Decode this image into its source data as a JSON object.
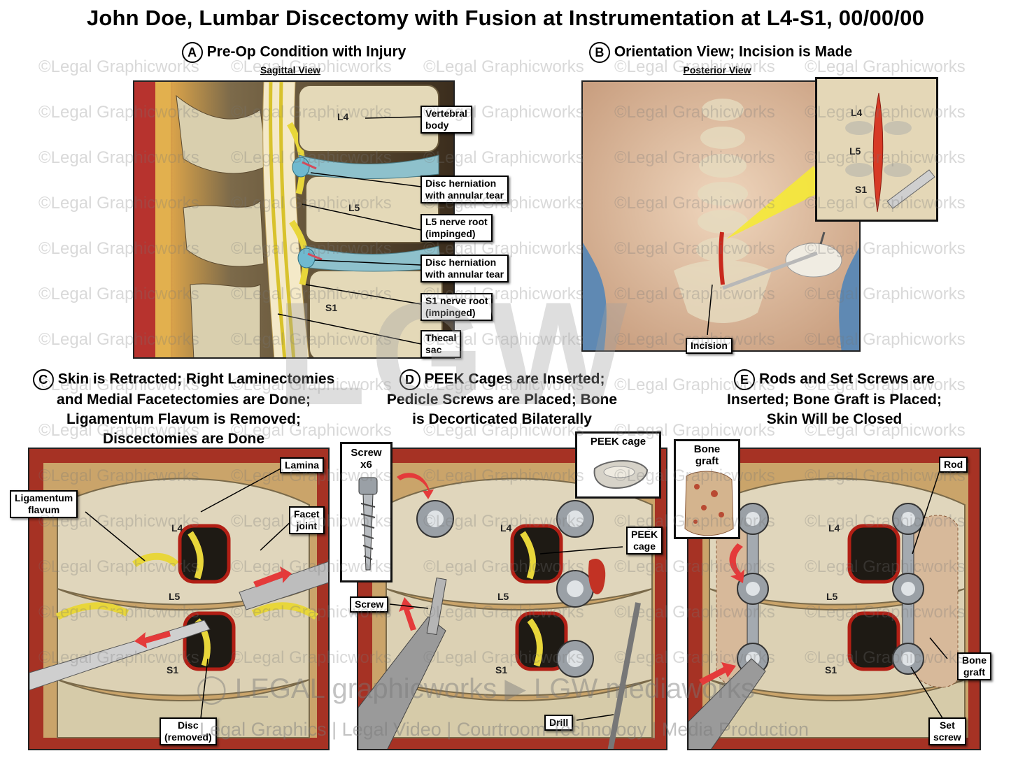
{
  "title": "John Doe, Lumbar Discectomy with Fusion at Instrumentation at L4-S1, 00/00/00",
  "colors": {
    "bone": "#e2d6b4",
    "nerve": "#e8d63a",
    "tissue": "#c9402e",
    "skin": "#e3c3a6",
    "drape": "#7fa6c8"
  },
  "panel_a": {
    "letter": "A",
    "title": "Pre-Op Condition with Injury",
    "view": "Sagittal View",
    "vertebrae": [
      "L4",
      "L5",
      "S1"
    ],
    "labels": {
      "vertebral_body": [
        "Vertebral",
        "body"
      ],
      "disc_herniation_1": [
        "Disc herniation",
        "with annular tear"
      ],
      "l5_nerve_root": [
        "L5 nerve root",
        "(impinged)"
      ],
      "disc_herniation_2": [
        "Disc herniation",
        "with annular tear"
      ],
      "s1_nerve_root": [
        "S1 nerve root",
        "(impinged)"
      ],
      "thecal_sac": [
        "Thecal",
        "sac"
      ]
    }
  },
  "panel_b": {
    "letter": "B",
    "title": "Orientation View; Incision is Made",
    "view": "Posterior View",
    "inset_vertebrae": [
      "L4",
      "L5",
      "S1"
    ],
    "incision_label": "Incision"
  },
  "panel_c": {
    "letter": "C",
    "title_lines": [
      "Skin is Retracted; Right Laminectomies",
      "and Medial Facetectomies are Done;",
      "Ligamentum Flavum is Removed;",
      "Discectomies are Done"
    ],
    "vertebrae": [
      "L4",
      "L5",
      "S1"
    ],
    "labels": {
      "lamina": "Lamina",
      "ligamentum_flavum": [
        "Ligamentum",
        "flavum"
      ],
      "facet_joint": [
        "Facet",
        "joint"
      ],
      "disc_removed": [
        "Disc",
        "(removed)"
      ]
    }
  },
  "panel_d": {
    "letter": "D",
    "title_lines": [
      "PEEK Cages are Inserted;",
      "Pedicle Screws are Placed; Bone",
      "is Decorticated Bilaterally"
    ],
    "vertebrae": [
      "L4",
      "L5",
      "S1"
    ],
    "labels": {
      "screw_x6": [
        "Screw",
        "x6"
      ],
      "peek_cage_top": "PEEK cage",
      "peek_cage": [
        "PEEK",
        "cage"
      ],
      "screw": "Screw",
      "drill": "Drill"
    }
  },
  "panel_e": {
    "letter": "E",
    "title_lines": [
      "Rods and Set Screws are",
      "Inserted; Bone Graft is Placed;",
      "Skin Will be Closed"
    ],
    "vertebrae": [
      "L4",
      "L5",
      "S1"
    ],
    "labels": {
      "bone_graft_top": [
        "Bone",
        "graft"
      ],
      "rod": "Rod",
      "bone_graft": [
        "Bone",
        "graft"
      ],
      "set_screw": [
        "Set",
        "screw"
      ]
    }
  },
  "watermark": "©Legal Graphicworks",
  "brand": {
    "logo_mark": "LGW",
    "line1_a": "LEGAL",
    "line1_b": "graphicworks",
    "line1_c": "LGW",
    "line1_d": "mediaworks",
    "line2": "Legal Graphics | Legal Video | Courtroom Technology | Media Production"
  }
}
